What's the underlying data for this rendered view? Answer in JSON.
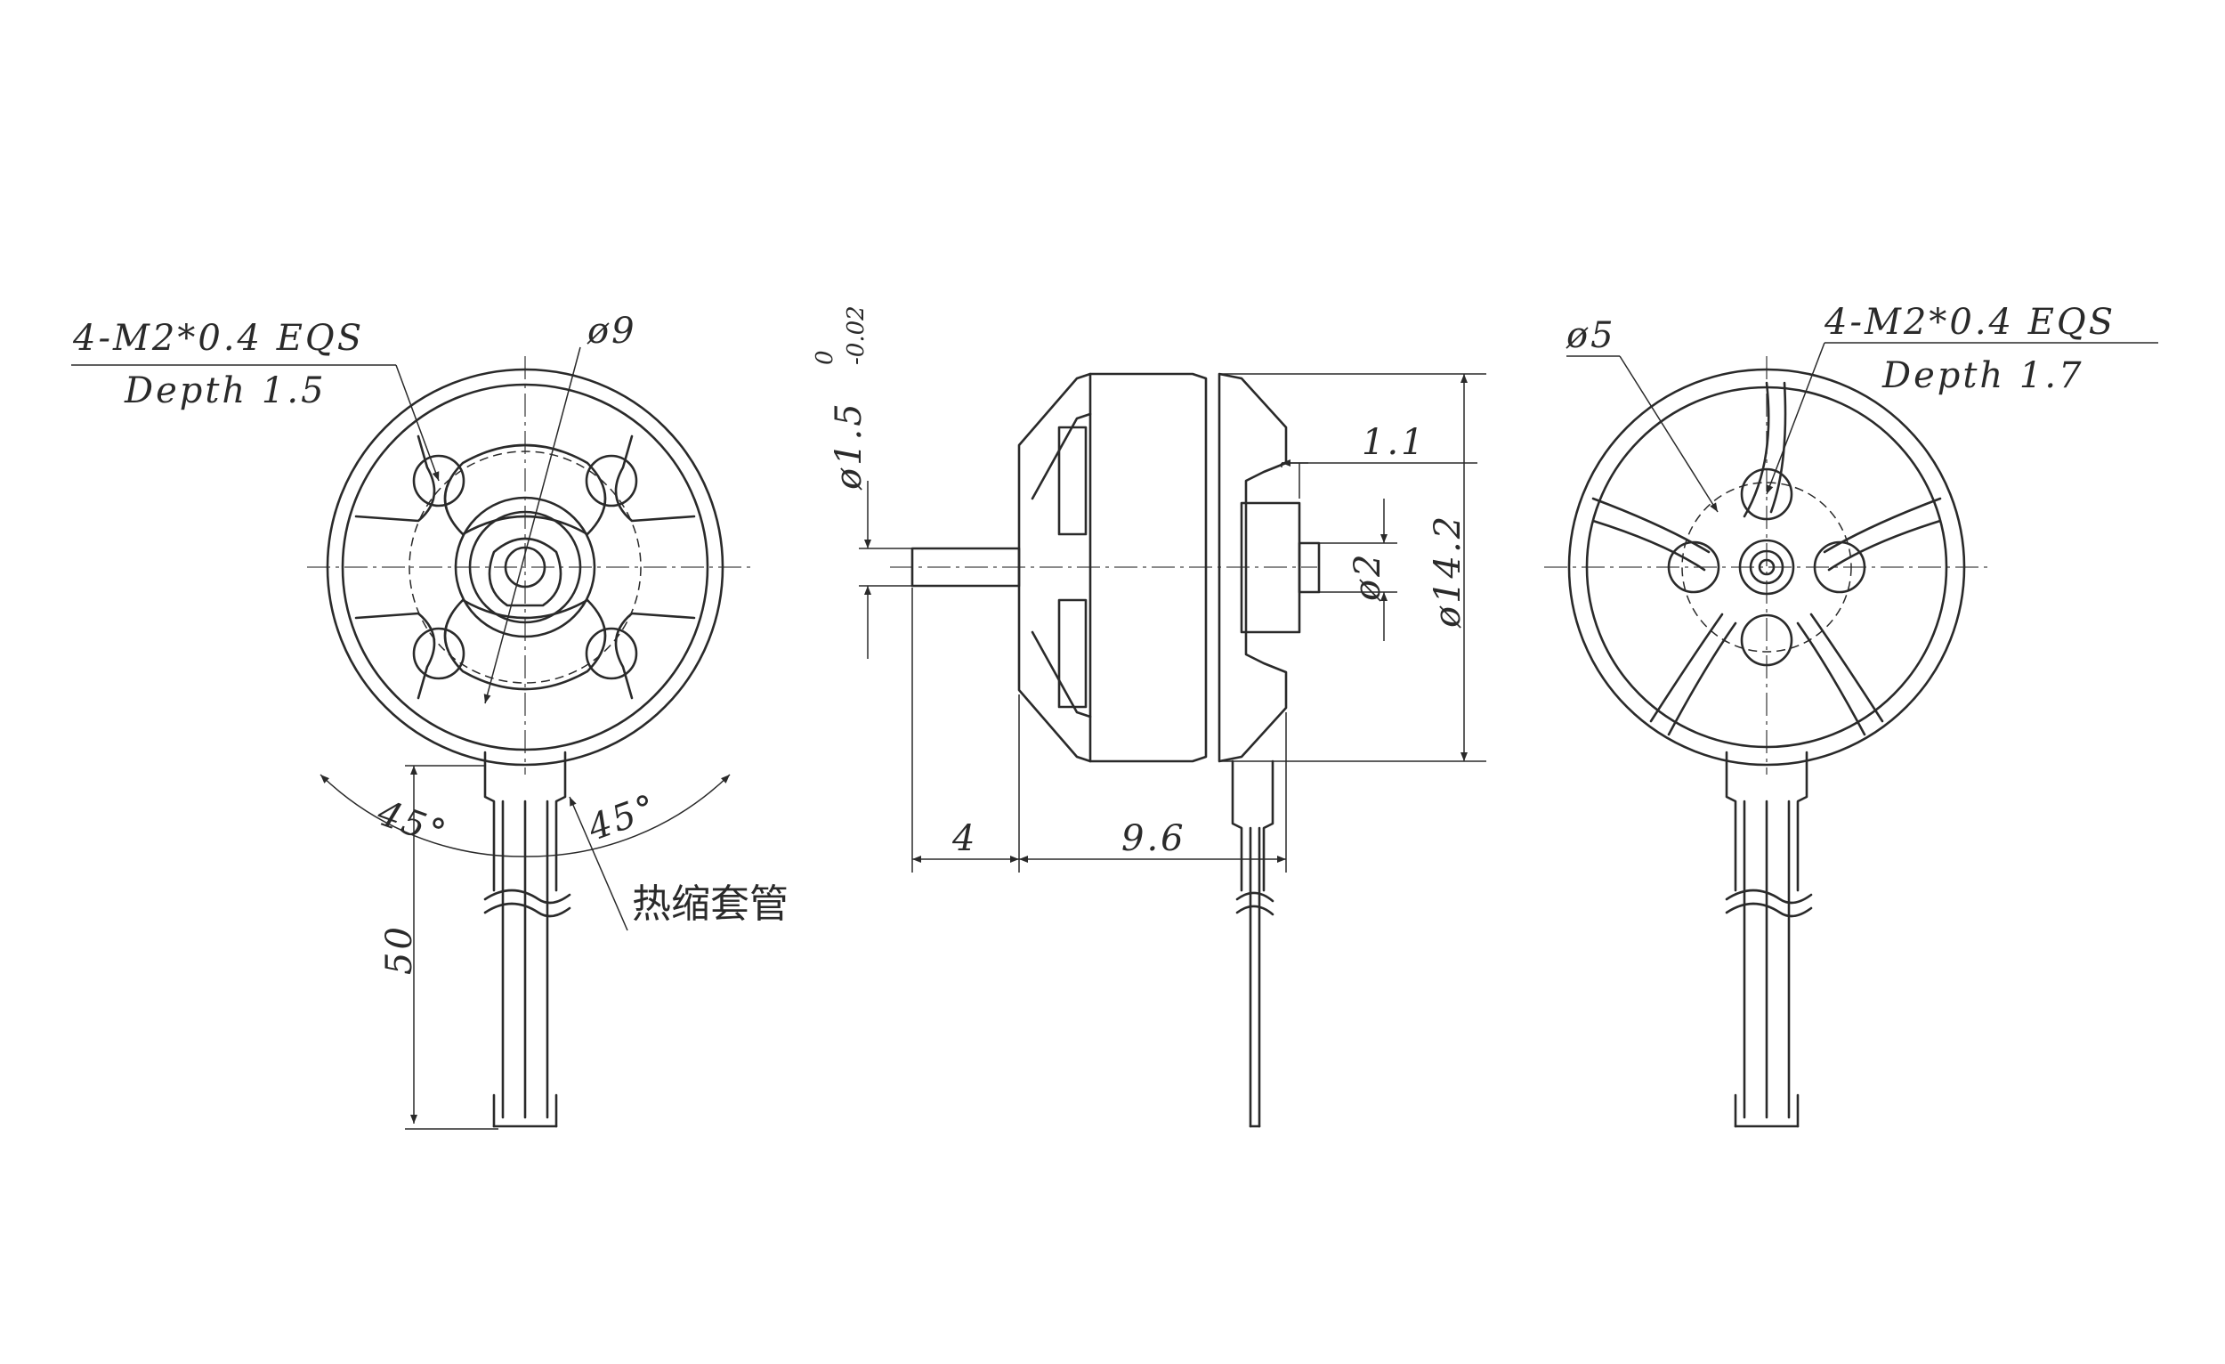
{
  "front_view": {
    "thread_spec": "4-M2*0.4 EQS",
    "thread_depth": "Depth 1.5",
    "hole_circle_diameter": "ø9",
    "angle_left": "45°",
    "angle_right": "45°",
    "lead_length": "50",
    "heat_shrink_label": "热缩套管"
  },
  "side_view": {
    "shaft_diameter": "ø1.5",
    "shaft_tolerance_upper": "0",
    "shaft_tolerance_lower": "-0.02",
    "base_offset": "1.1",
    "boss_diameter": "ø2",
    "motor_diameter": "ø14.2",
    "shaft_length": "4",
    "body_length": "9.6"
  },
  "rear_view": {
    "hole_circle_diameter": "ø5",
    "thread_spec": "4-M2*0.4 EQS",
    "thread_depth": "Depth 1.7"
  }
}
